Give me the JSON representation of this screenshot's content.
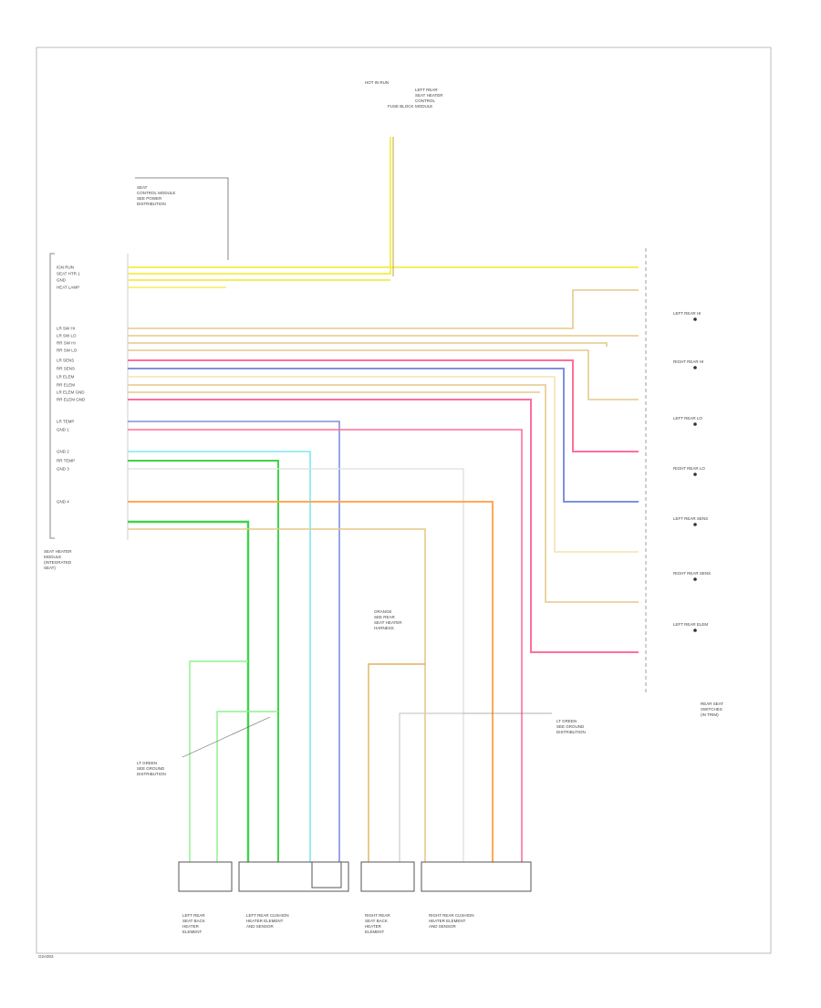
{
  "diagram": {
    "top_label": "HOT IN RUN",
    "top_note": "FUSE BLOCK",
    "top_right_lines": [
      "LEFT REAR",
      "SEAT HEATER",
      "CONTROL",
      "MODULE"
    ],
    "upper_left_lines": [
      "SEAT",
      "CONTROL MODULE",
      "SEE POWER",
      "DISTRIBUTION"
    ],
    "module_left_lines": [
      "SEAT HEATER",
      "MODULE",
      "(INTEGRATED",
      "SEAT)"
    ],
    "module_right_caption": [
      "REAR SEAT",
      "SWITCHES",
      "(IN TRIM)"
    ],
    "bottom_left_note": "G2A003",
    "left_pin_labels": [
      "IGN RUN",
      "SEAT HTR 1",
      "GND",
      "HEAT LAMP",
      "LR SW HI",
      "LR SW LO",
      "RR SW HI",
      "RR SW LO",
      "LR SENS",
      "RR SENS",
      "LR ELEM",
      "RR ELEM",
      "LR ELEM GND",
      "RR ELEM GND",
      "LR TEMP",
      "GND 1",
      "GND 2",
      "RR TEMP",
      "GND 3",
      "GND 4"
    ],
    "switch_labels": [
      "LEFT REAR HI",
      "RIGHT REAR HI",
      "LEFT REAR LO",
      "RIGHT REAR LO",
      "LEFT REAR SENS",
      "RIGHT REAR SENS",
      "LEFT REAR ELEM"
    ],
    "bottom_captions": [
      [
        "LEFT REAR",
        "SEAT BACK",
        "HEATER",
        "ELEMENT"
      ],
      [
        "LEFT REAR CUSHION",
        "HEATER ELEMENT",
        "AND SENSOR"
      ],
      [
        "RIGHT REAR",
        "SEAT BACK",
        "HEATER",
        "ELEMENT"
      ],
      [
        "RIGHT REAR CUSHION",
        "HEATER ELEMENT",
        "AND SENSOR"
      ]
    ],
    "mid_left_note": [
      "LT GREEN",
      "SEE GROUND",
      "DISTRIBUTION"
    ],
    "mid_right_note": [
      "ORANGE",
      "SEE REAR",
      "SEAT HEATER",
      "HARNESS"
    ],
    "far_right_note": [
      "LT GREEN",
      "SEE GROUND",
      "DISTRIBUTION"
    ],
    "wire_colors": {
      "yellow": "#f5ef5a",
      "tan": "#e5c98a",
      "pink": "#ff6f9a",
      "blue": "#7f8fe0",
      "green": "#3fd34a",
      "cyan": "#7fe8f0",
      "orange": "#ffaa55",
      "gray": "#bbbbbb",
      "lightgreen": "#8ff08f"
    }
  }
}
